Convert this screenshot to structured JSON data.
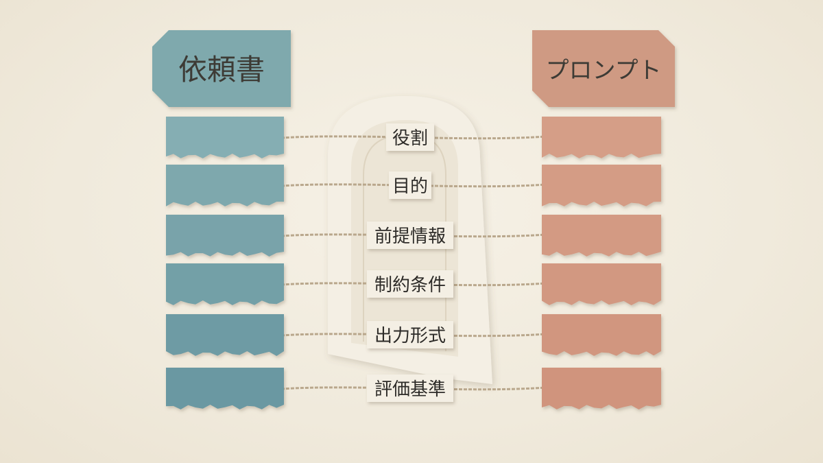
{
  "left_tag": {
    "title": "依頼書",
    "color": "#7fa9ad"
  },
  "right_tag": {
    "title": "プロンプト",
    "color": "#cf9a83"
  },
  "left_strip_colors": [
    "#85aeb3",
    "#7ea8ad",
    "#79a3aa",
    "#73a0a7",
    "#6e9ba4",
    "#6a98a2"
  ],
  "right_strip_colors": [
    "#d59e87",
    "#d49c85",
    "#d39a83",
    "#d29881",
    "#d1967f",
    "#d0947d"
  ],
  "labels": [
    {
      "text": "役割"
    },
    {
      "text": "目的"
    },
    {
      "text": "前提情報"
    },
    {
      "text": "制約条件"
    },
    {
      "text": "出力形式"
    },
    {
      "text": "評価基準"
    }
  ],
  "string_color": "#b9a78c",
  "paper_color": "#f4efe4"
}
